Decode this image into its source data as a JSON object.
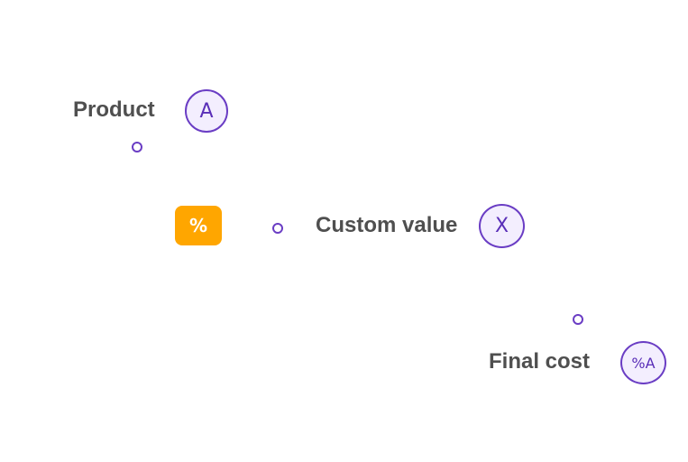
{
  "nodes": {
    "product": {
      "label": "Product",
      "variable": "A"
    },
    "operation": {
      "symbol": "%"
    },
    "custom_value": {
      "label": "Custom value",
      "variable": "X"
    },
    "final_cost": {
      "label": "Final cost",
      "variable": "%A"
    }
  },
  "colors": {
    "accent": "#6a3dc4",
    "accent_fill": "#f3eefe",
    "operation": "#ffa600",
    "label_text": "#4f4f4f"
  }
}
